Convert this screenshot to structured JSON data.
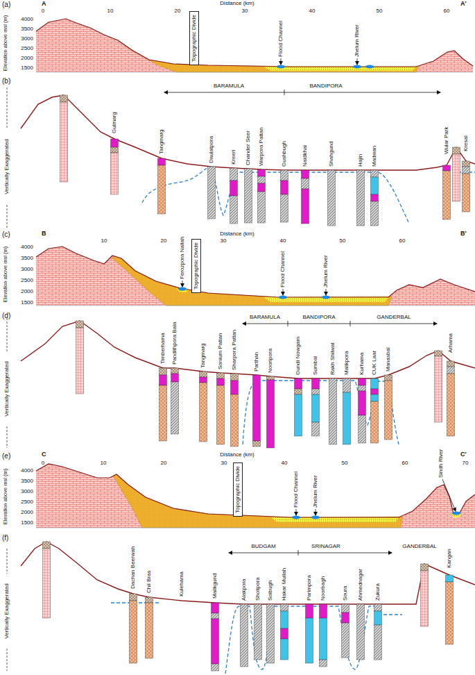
{
  "diagram": {
    "nodes": [
      {
        "text": [
          "Topographic Divide"
        ]
      },
      {
        "text": [
          "Topographic Divide"
        ]
      },
      {
        "text": [
          "Topographic Divide"
        ]
      }
    ],
    "labels": [
      "(a)",
      "A",
      "A'",
      "Distance (km)",
      "0",
      "10",
      "20",
      "30",
      "40",
      "50",
      "60",
      "Elevation above msl (m)",
      "4000",
      "3500",
      "3000",
      "2500",
      "2000",
      "1500",
      "Flood Channel",
      "Jhelum River",
      "(b)",
      "Vertically Exaggerated",
      "BARAMULA",
      "BANDIPORA",
      "Gulmarg",
      "Tangmarg",
      "Daulatpora",
      "Kreeri",
      "Chander Seer",
      "Warpora Pattan",
      "Gushbugh",
      "Naidkhai",
      "Shahgund",
      "Hajin",
      "Madwan",
      "Wular Park",
      "Kresal",
      "(c)",
      "B",
      "B'",
      "Distance (km)",
      "10",
      "20",
      "30",
      "40",
      "50",
      "60",
      "Elevation above msl (m)",
      "4000",
      "3500",
      "3000",
      "2500",
      "2000",
      "1500",
      "Ferozpora Nallah",
      "Flood Channel",
      "Jhelum River",
      "(d)",
      "Vertically Exaggerated",
      "BARAMULA",
      "BANDIPORA",
      "GANDERBAL",
      "Timberhama",
      "Pandithpora Bala",
      "Tangmarg",
      "Sonium Pattan",
      "Sharpora Pattan",
      "Parthan",
      "Nooripora",
      "Gundi Nowgam",
      "Sumbal",
      "Rakh Shilwat",
      "Malikpora",
      "Kurhama",
      "CUK Laar",
      "Manasbal",
      "Arhama",
      "(e)",
      "C",
      "C'",
      "Distance (km)",
      "0",
      "10",
      "20",
      "30",
      "40",
      "50",
      "60",
      "70",
      "Elevation above msl (m)",
      "4000",
      "3500",
      "3000",
      "2500",
      "2000",
      "1500",
      "Flood Channel",
      "Jhelum River",
      "Sindh River",
      "(f)",
      "Vertically Exaggerated",
      "BUDGAM",
      "SRINAGAR",
      "GANDERBAL",
      "Dachan Beerwah",
      "Chil Bras",
      "Kulehama",
      "Mailkgund",
      "Alakpora",
      "Sholipora",
      "Soibugh",
      "Hakar Mullah",
      "Parimpora",
      "Noorbagh",
      "Soura",
      "Ahmednagar",
      "Zukura",
      "Kangan"
    ]
  }
}
